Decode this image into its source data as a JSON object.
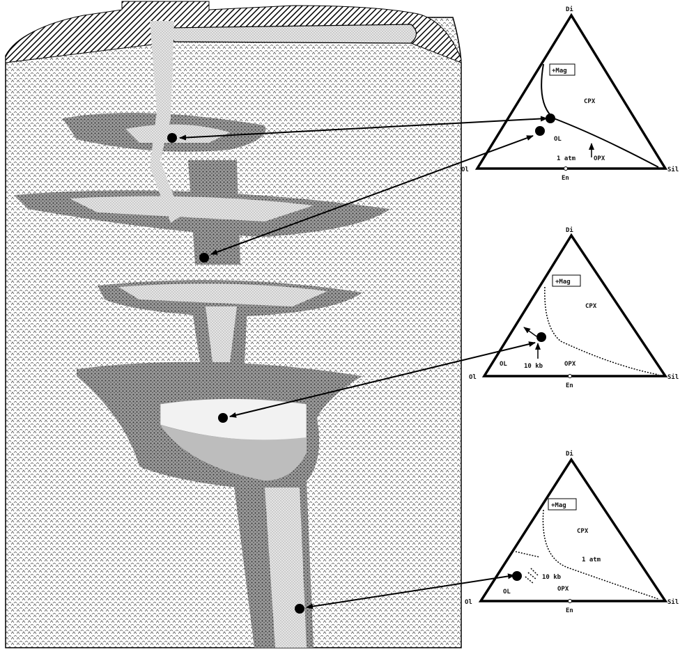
{
  "colors": {
    "ink": "#000000",
    "paper": "#ffffff",
    "host_rock": "#dcdcdc",
    "magma_dark": "#8a8a8a",
    "magma_light": "#c9c9c9",
    "chamber_fill": "#f2f2f2",
    "chamber_cumulate": "#b8b8b8"
  },
  "diagrams": [
    {
      "apex_label": "Di",
      "left_label": "Ol",
      "right_label": "Sil",
      "base_mid_label": "En",
      "mag_box_label": "+Mag",
      "cpx_label": "CPX",
      "ol_label": "OL",
      "opx_label": "OPX",
      "pressure_label": "1 atm"
    },
    {
      "apex_label": "Di",
      "left_label": "Ol",
      "right_label": "Sil",
      "base_mid_label": "En",
      "mag_box_label": "+Mag",
      "cpx_label": "CPX",
      "ol_label": "OL",
      "opx_label": "OPX",
      "pressure_label": "10 kb"
    },
    {
      "apex_label": "Di",
      "left_label": "Ol",
      "right_label": "Sil",
      "base_mid_label": "En",
      "mag_box_label": "+Mag",
      "cpx_label": "CPX",
      "ol_label": "OL",
      "opx_label": "OPX",
      "pressure_label_1atm": "1 atm",
      "pressure_label_10kb": "10 kb"
    }
  ]
}
